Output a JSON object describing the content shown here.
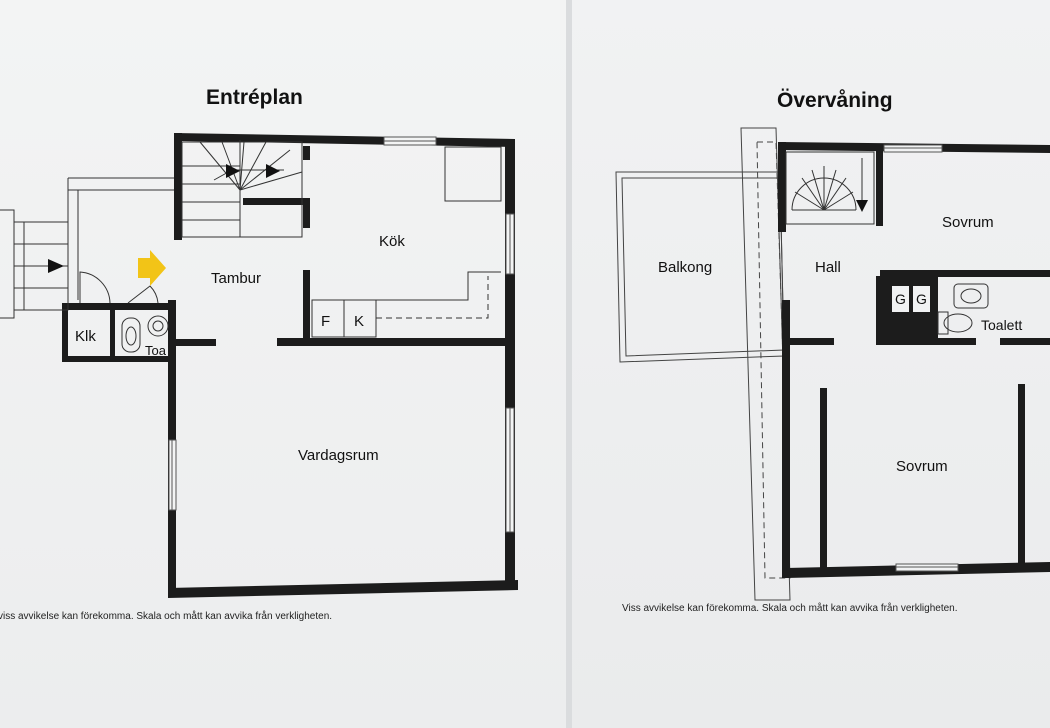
{
  "plans": {
    "ground": {
      "title": "Entréplan",
      "rooms": {
        "tambur": "Tambur",
        "kok": "Kök",
        "vardagsrum": "Vardagsrum",
        "klk": "Klk",
        "toa": "Toa",
        "f": "F",
        "k": "K"
      },
      "note": "viss avvikelse kan förekomma. Skala och mått kan avvika från verkligheten."
    },
    "upper": {
      "title": "Övervåning",
      "rooms": {
        "balkong": "Balkong",
        "hall": "Hall",
        "sovrum_top": "Sovrum",
        "sovrum_bottom": "Sovrum",
        "toalett": "Toalett",
        "g1": "G",
        "g2": "G"
      },
      "note": "Viss avvikelse kan förekomma. Skala och mått kan avvika från verkligheten."
    }
  },
  "colors": {
    "wall": "#1c1c1c",
    "entrance_arrow": "#f2c417"
  }
}
